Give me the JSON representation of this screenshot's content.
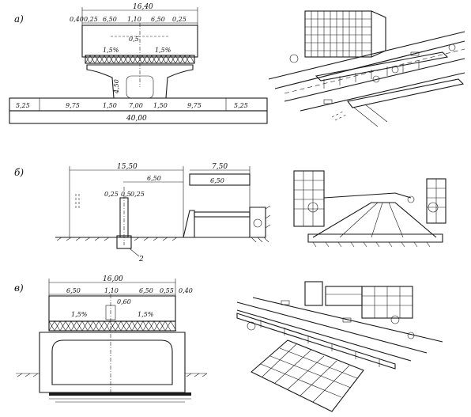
{
  "panels": [
    {
      "letter": "а)",
      "dims": {
        "total_top": "16,40",
        "d040": "0,40",
        "d025a": "0,25",
        "d650a": "6,50",
        "d110": "1,10",
        "d650b": "6,50",
        "d025b": "0,25",
        "d05": "0,5",
        "slope_left": "1,5%",
        "slope_right": "1,5%",
        "d450": "4,50",
        "d525a": "5,25",
        "d975a": "9,75",
        "d150a": "1,50",
        "d700": "7,00",
        "d150b": "1,50",
        "d975b": "9,75",
        "d525b": "5,25",
        "total_bottom": "40,00"
      }
    },
    {
      "letter": "б)",
      "dims": {
        "total_left": "15,50",
        "d650": "6,50",
        "d025a": "0,25",
        "d05": "0,5",
        "d025b": "0,25",
        "total_right": "7,50",
        "d650r": "6,50",
        "marker": "2"
      }
    },
    {
      "letter": "в)",
      "dims": {
        "total_top": "16,00",
        "d650a": "6,50",
        "d110": "1,10",
        "d650b": "6,50",
        "d055": "0,55",
        "d040": "0,40",
        "d060": "0,60",
        "slope_left": "1,5%",
        "slope_right": "1,5%"
      }
    }
  ],
  "colors": {
    "ink": "#1a1a1a",
    "paper": "#ffffff",
    "water": "#1a1a1a"
  }
}
